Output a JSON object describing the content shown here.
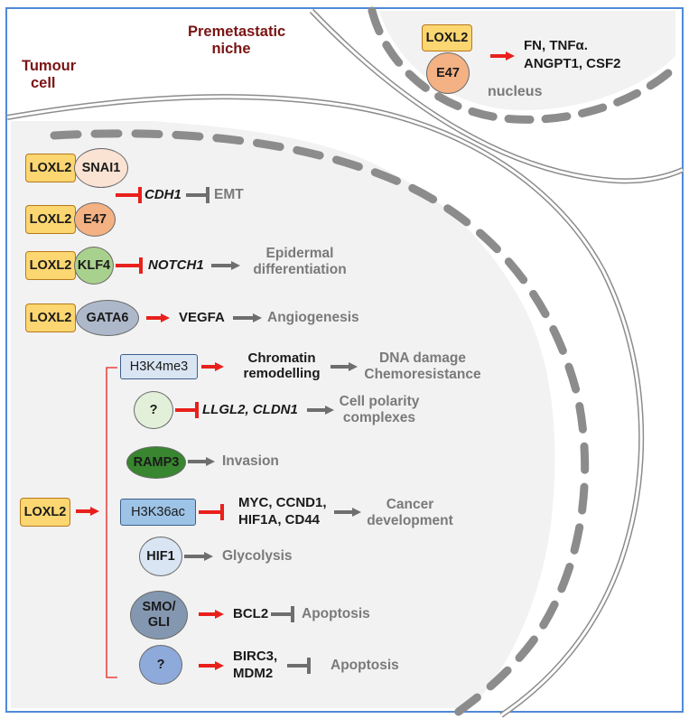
{
  "regions": {
    "premetastatic_niche": [
      "Premetastatic",
      "niche"
    ],
    "tumour_cell": [
      "Tumour",
      "cell"
    ],
    "nucleus": "nucleus"
  },
  "niche": {
    "loxl2": "LOXL2",
    "e47": "E47",
    "targets": [
      "FN, TNFα.",
      "ANGPT1, CSF2"
    ]
  },
  "tumour": {
    "complexes": {
      "loxl2": "LOXL2",
      "snai1": "SNAI1",
      "e47": "E47",
      "klf4": "KLF4",
      "gata6": "GATA6"
    },
    "cdh1": "CDH1",
    "emt": "EMT",
    "notch1": "NOTCH1",
    "epidermal": [
      "Epidermal",
      "differentiation"
    ],
    "vegfa": "VEGFA",
    "angiogenesis": "Angiogenesis",
    "hub": "LOXL2",
    "h3k4me3": "H3K4me3",
    "chromatin": [
      "Chromatin",
      "remodelling"
    ],
    "dna": [
      "DNA damage",
      "Chemoresistance"
    ],
    "unknown1": "?",
    "llgl2": "LLGL2, CLDN1",
    "polarity": [
      "Cell polarity",
      "complexes"
    ],
    "ramp3": "RAMP3",
    "invasion": "Invasion",
    "h3k36ac": "H3K36ac",
    "myc": [
      "MYC, CCND1,",
      "HIF1A, CD44"
    ],
    "cancer": [
      "Cancer",
      "development"
    ],
    "hif1": "HIF1",
    "glycolysis": "Glycolysis",
    "smo": [
      "SMO/",
      "GLI"
    ],
    "bcl2": "BCL2",
    "apoptosis1": "Apoptosis",
    "unknown2": "?",
    "birc3": [
      "BIRC3,",
      "MDM2"
    ],
    "apoptosis2": "Apoptosis"
  },
  "colors": {
    "activation_arrow": "#e8201c",
    "grey_arrow": "#6e6e6e",
    "snai1_fill": "#fbe3d3",
    "e47_fill": "#f4b183",
    "klf4_fill": "#a9d18e",
    "gata6_fill": "#adb9ca",
    "h3_fill": "#dae5f3",
    "h3k36_fill": "#9dc3e6",
    "unknown1_fill": "#e2f0d9",
    "ramp3_fill": "#38862f",
    "hif1_fill": "#dae5f3",
    "smo_fill": "#8497b0",
    "unknown2_fill": "#8eaadb"
  },
  "icons": {
    "activation": "red-arrow-icon",
    "inhibition": "red-bar-icon",
    "grey_activation": "grey-arrow-icon",
    "grey_inhibition": "grey-bar-icon"
  }
}
